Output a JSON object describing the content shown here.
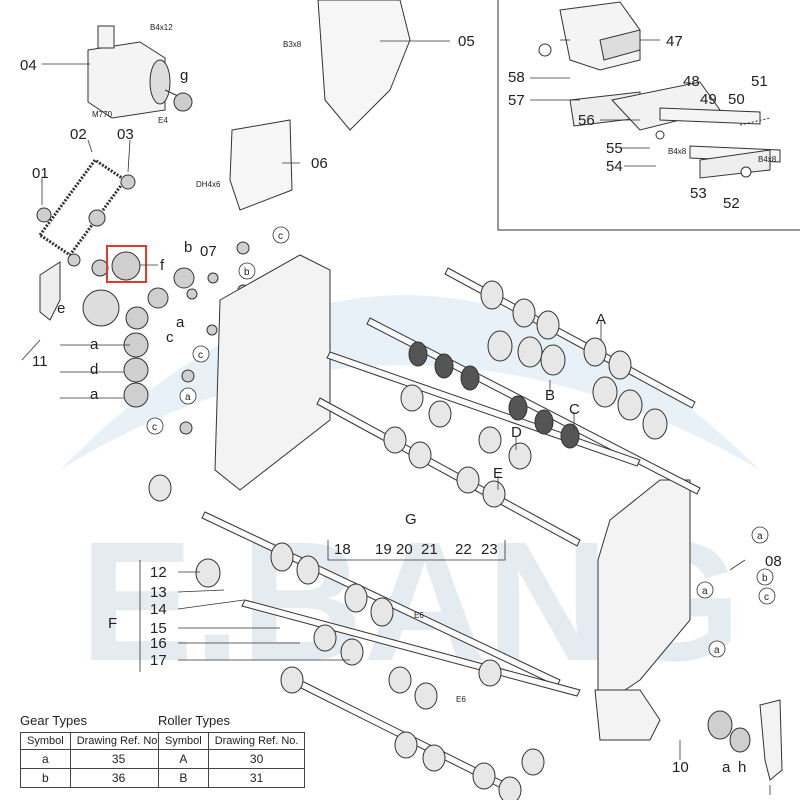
{
  "watermark": {
    "text": "E.BANG",
    "color": "#c9dcef"
  },
  "callouts": {
    "c04": "04",
    "c05": "05",
    "c06": "06",
    "c07": "07",
    "c08": "08",
    "c10": "10",
    "c11": "11",
    "c01": "01",
    "c02": "02",
    "c03": "03",
    "c12": "12",
    "c13": "13",
    "c14": "14",
    "c15": "15",
    "c16": "16",
    "c17": "17",
    "c18": "18",
    "c19": "19",
    "c20": "20",
    "c21": "21",
    "c22": "22",
    "c23": "23",
    "c47": "47",
    "c48": "48",
    "c49": "49",
    "c50": "50",
    "c51": "51",
    "c52": "52",
    "c53": "53",
    "c54": "54",
    "c55": "55",
    "c56": "56",
    "c57": "57",
    "c58": "58",
    "gA": "A",
    "gB": "B",
    "gC": "C",
    "gD": "D",
    "gE": "E",
    "gF": "F",
    "gG": "G",
    "sa": "a",
    "sb": "b",
    "sc": "c",
    "sd": "d",
    "se": "e",
    "sf": "f",
    "sg": "g",
    "sh": "h"
  },
  "screws": {
    "b4x12": "B4x12",
    "b3x8": "B3x8",
    "m770": "M770",
    "e4": "E4",
    "dh4x6": "DH4x6",
    "b4x8a": "B4x8",
    "b4x8b": "B4x8",
    "e6a": "E6",
    "e6b": "E6"
  },
  "gear_table": {
    "title": "Gear Types",
    "headers": [
      "Symbol",
      "Drawing Ref. No."
    ],
    "rows": [
      [
        "a",
        "35"
      ],
      [
        "b",
        "36"
      ]
    ]
  },
  "roller_table": {
    "title": "Roller Types",
    "headers": [
      "Symbol",
      "Drawing Ref. No."
    ],
    "rows": [
      [
        "A",
        "30"
      ],
      [
        "B",
        "31"
      ]
    ]
  },
  "highlight_color": "#e03a2c"
}
